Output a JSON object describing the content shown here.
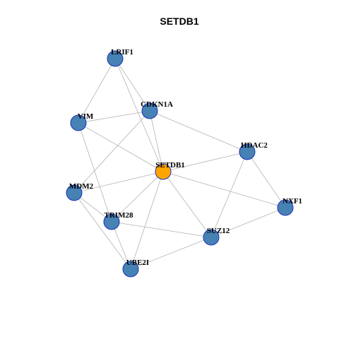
{
  "title": "SETDB1",
  "colors": {
    "hub_fill": "#ffa500",
    "node_fill": "#4682b4",
    "node_stroke": "#1f2fb8",
    "edge": "#b3b3b3"
  },
  "nodes": [
    {
      "id": "SETDB1",
      "label": "SETDB1",
      "hub": true
    },
    {
      "id": "LRIF1",
      "label": "LRIF1",
      "hub": false
    },
    {
      "id": "CDKN1A",
      "label": "CDKN1A",
      "hub": false
    },
    {
      "id": "VIM",
      "label": "VIM",
      "hub": false
    },
    {
      "id": "HDAC2",
      "label": "HDAC2",
      "hub": false
    },
    {
      "id": "MDM2",
      "label": "MDM2",
      "hub": false
    },
    {
      "id": "NXF1",
      "label": "NXF1",
      "hub": false
    },
    {
      "id": "TRIM28",
      "label": "TRIM28",
      "hub": false
    },
    {
      "id": "SUZ12",
      "label": "SUZ12",
      "hub": false
    },
    {
      "id": "UBE2I",
      "label": "UBE2I",
      "hub": false
    }
  ],
  "edges": [
    [
      "LRIF1",
      "VIM"
    ],
    [
      "LRIF1",
      "CDKN1A"
    ],
    [
      "LRIF1",
      "SETDB1"
    ],
    [
      "VIM",
      "CDKN1A"
    ],
    [
      "VIM",
      "SETDB1"
    ],
    [
      "VIM",
      "TRIM28"
    ],
    [
      "CDKN1A",
      "SETDB1"
    ],
    [
      "CDKN1A",
      "HDAC2"
    ],
    [
      "CDKN1A",
      "MDM2"
    ],
    [
      "SETDB1",
      "HDAC2"
    ],
    [
      "SETDB1",
      "NXF1"
    ],
    [
      "SETDB1",
      "MDM2"
    ],
    [
      "SETDB1",
      "TRIM28"
    ],
    [
      "SETDB1",
      "SUZ12"
    ],
    [
      "SETDB1",
      "UBE2I"
    ],
    [
      "HDAC2",
      "NXF1"
    ],
    [
      "HDAC2",
      "SUZ12"
    ],
    [
      "MDM2",
      "TRIM28"
    ],
    [
      "MDM2",
      "UBE2I"
    ],
    [
      "TRIM28",
      "SUZ12"
    ],
    [
      "TRIM28",
      "UBE2I"
    ],
    [
      "SUZ12",
      "NXF1"
    ],
    [
      "SUZ12",
      "UBE2I"
    ]
  ]
}
